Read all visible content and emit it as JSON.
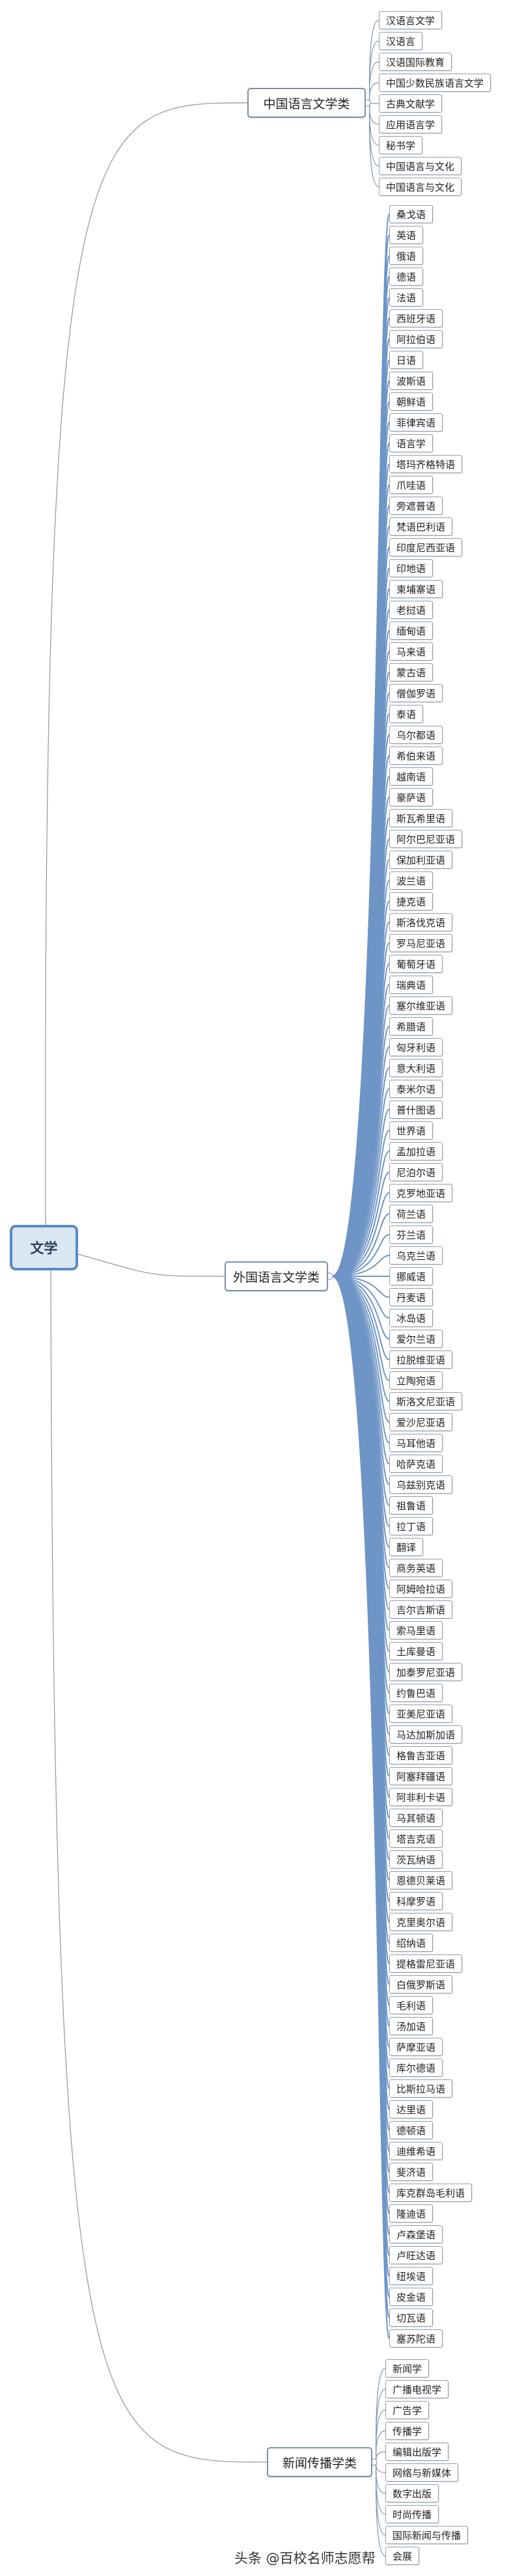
{
  "root": {
    "label": "文学"
  },
  "branches": [
    {
      "label": "中国语言文学类",
      "items": [
        "汉语言文学",
        "汉语言",
        "汉语国际教育",
        "中国少数民族语言文学",
        "古典文献学",
        "应用语言学",
        "秘书学",
        "中国语言与文化",
        "中国语言与文化"
      ]
    },
    {
      "label": "外国语言文学类",
      "items": [
        "桑戈语",
        "英语",
        "俄语",
        "德语",
        "法语",
        "西班牙语",
        "阿拉伯语",
        "日语",
        "波斯语",
        "朝鲜语",
        "菲律宾语",
        "语言学",
        "塔玛齐格特语",
        "爪哇语",
        "旁遮普语",
        "梵语巴利语",
        "印度尼西亚语",
        "印地语",
        "柬埔寨语",
        "老挝语",
        "缅甸语",
        "马来语",
        "蒙古语",
        "僧伽罗语",
        "泰语",
        "乌尔都语",
        "希伯来语",
        "越南语",
        "豪萨语",
        "斯瓦希里语",
        "阿尔巴尼亚语",
        "保加利亚语",
        "波兰语",
        "捷克语",
        "斯洛伐克语",
        "罗马尼亚语",
        "葡萄牙语",
        "瑞典语",
        "塞尔维亚语",
        "希腊语",
        "匈牙利语",
        "意大利语",
        "泰米尔语",
        "普什图语",
        "世界语",
        "孟加拉语",
        "尼泊尔语",
        "克罗地亚语",
        "荷兰语",
        "芬兰语",
        "乌克兰语",
        "挪威语",
        "丹麦语",
        "冰岛语",
        "爱尔兰语",
        "拉脱维亚语",
        "立陶宛语",
        "斯洛文尼亚语",
        "爱沙尼亚语",
        "马耳他语",
        "哈萨克语",
        "乌兹别克语",
        "祖鲁语",
        "拉丁语",
        "翻译",
        "商务英语",
        "阿姆哈拉语",
        "吉尔吉斯语",
        "索马里语",
        "土库曼语",
        "加泰罗尼亚语",
        "约鲁巴语",
        "亚美尼亚语",
        "马达加斯加语",
        "格鲁吉亚语",
        "阿塞拜疆语",
        "阿非利卡语",
        "马其顿语",
        "塔吉克语",
        "茨瓦纳语",
        "恩德贝莱语",
        "科摩罗语",
        "克里奥尔语",
        "绍纳语",
        "提格雷尼亚语",
        "白俄罗斯语",
        "毛利语",
        "汤加语",
        "萨摩亚语",
        "库尔德语",
        "比斯拉马语",
        "达里语",
        "德顿语",
        "迪维希语",
        "斐济语",
        "库克群岛毛利语",
        "隆迪语",
        "卢森堡语",
        "卢旺达语",
        "纽埃语",
        "皮金语",
        "切瓦语",
        "塞苏陀语"
      ]
    },
    {
      "label": "新闻传播学类",
      "items": [
        "新闻学",
        "广播电视学",
        "广告学",
        "传播学",
        "编辑出版学",
        "网络与新媒体",
        "数字出版",
        "时尚传播",
        "国际新闻与传播",
        "会展"
      ]
    }
  ],
  "watermark": "头条 @百校名师志愿帮",
  "colors": {
    "root_fill": "#dbe6f3",
    "root_border": "#5b8ac4",
    "node_border": "#7d91a8",
    "line": "#8aa0b8",
    "trunk": "#5b8ac4"
  }
}
